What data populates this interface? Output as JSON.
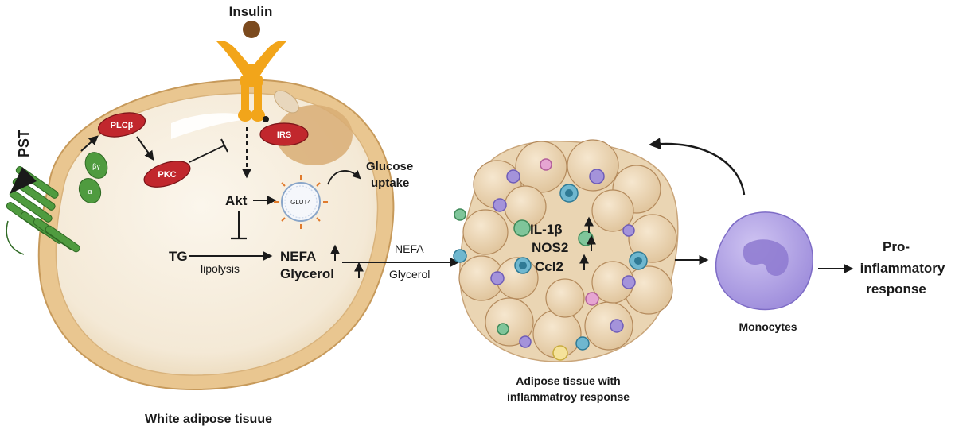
{
  "labels": {
    "insulin": "Insulin",
    "pst": "PST",
    "plc": "PLCβ",
    "pkc": "PKC",
    "irs": "IRS",
    "beta_gamma": "βγ",
    "alpha": "α",
    "akt": "Akt",
    "glut4": "GLUT4",
    "glucose_uptake_1": "Glucose",
    "glucose_uptake_2": "uptake",
    "tg": "TG",
    "lipolysis": "lipolysis",
    "nefa_cell": "NEFA",
    "glycerol_cell": "Glycerol",
    "nefa_arrow": "NEFA",
    "glycerol_arrow": "Glycerol",
    "il1b": "IL-1β",
    "nos2": "NOS2",
    "ccl2": "Ccl2",
    "monocytes": "Monocytes",
    "pro_1": "Pro-",
    "pro_2": "inflammatory",
    "pro_3": "response",
    "tissue_caption_1": "Adipose tissue with",
    "tissue_caption_2": "inflammatroy response",
    "wat_caption": "White adipose tisuue"
  },
  "colors": {
    "cell_outer": "#e9c690",
    "cell_inner": "#f6eee0",
    "receptor": "#f2a51a",
    "enzyme": "#c1272d",
    "gpcr": "#4f9b3f",
    "monocyte": "#b7a9e6"
  }
}
